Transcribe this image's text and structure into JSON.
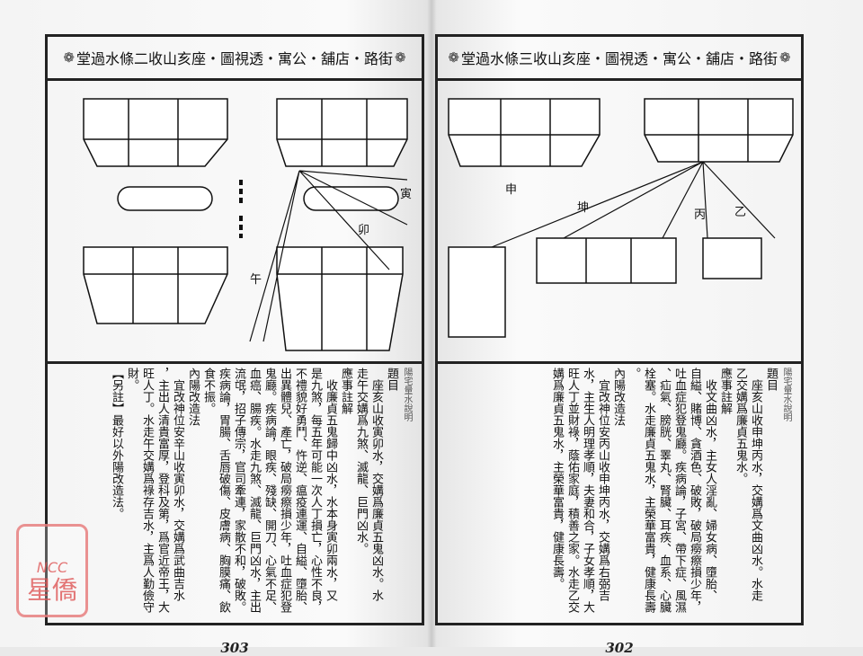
{
  "left_page": {
    "title": "堂過水條二收山亥座・圖視透・寓公・舖店・路街",
    "diagram_labels": {
      "yin": "寅",
      "mao": "卯",
      "wu": "午"
    },
    "columns": [
      "陽宅量水說明",
      "題目",
      "　座亥山收寅卯水，交媾爲廉貞五鬼凶水。水",
      "走午交媾爲九煞、滅龍、巨門凶水。",
      "應事註解",
      "　收廉貞五鬼歸中凶水，水本身寅卯兩水，又",
      "是九煞，每五年可能一次人丁損亡，心性不良，",
      "不禮貌好勇鬥、忤逆、瘟疫連運、自縊、墮胎、",
      "出異體兒、產亡，破局癆瘵損少年，吐血症犯登",
      "鬼廳。疾病論，眼疾、殘缺、開刀、心氣不足、",
      "血癌、腸疾。水走九煞、滅龍、巨門凶水，主出",
      "流氓，招子傳宗，官司牽連，家散不和，破敗。",
      "疾病論，胃腸、舌唇破傷、皮膚病、胸膜痛、飲",
      "食不振。",
      "內陽改造法",
      "　宜改神位安辛山收寅卯水，交媾爲武曲吉水",
      "，主出人清貴富厚，登科及第，爲官近帝王，大",
      "旺人丁。水走午交媾爲祿存吉水，主爲人勤儉守",
      "財。",
      "【另註】最好以外陽改造法。"
    ],
    "page_number": "303"
  },
  "right_page": {
    "title": "堂過水條三收山亥座・圖視透・寓公・舖店・路街",
    "diagram_labels": {
      "shen": "申",
      "kun": "坤",
      "bing": "丙",
      "yi": "乙"
    },
    "columns": [
      "陽宅量水說明",
      "題目",
      "　座亥山收申坤丙水，交媾爲文曲凶水。水走",
      "乙交媾爲廉貞五鬼水。",
      "應事註解",
      "　收文曲凶水，主女人淫亂、婦女病、墮胎、",
      "自縊、賭博、貪酒色、破敗，破局癆瘵損少年，",
      "吐血症犯登鬼廳。疾病論，子宮、帶下症、風濕",
      "、疝氣、膀胱、睪丸、腎臟、耳疾、血系、心臟",
      "栓塞。水走廉貞五鬼水，主榮華富貴，健康長壽",
      "。",
      "內陽改造法",
      "　宜改神位安丙山收申坤丙水，交媾爲右弼吉",
      "水，主生人明理孝順，夫妻和合，子女孝順，大",
      "旺人丁並財祿，蔭佑家庭，積善之家。水走乙交",
      "媾爲廉貞五鬼水，主榮華富貴，健康長壽。"
    ],
    "page_number": "302"
  },
  "watermark": {
    "line1": "NCC",
    "line2": "星僑"
  },
  "flower_icon": "❁"
}
